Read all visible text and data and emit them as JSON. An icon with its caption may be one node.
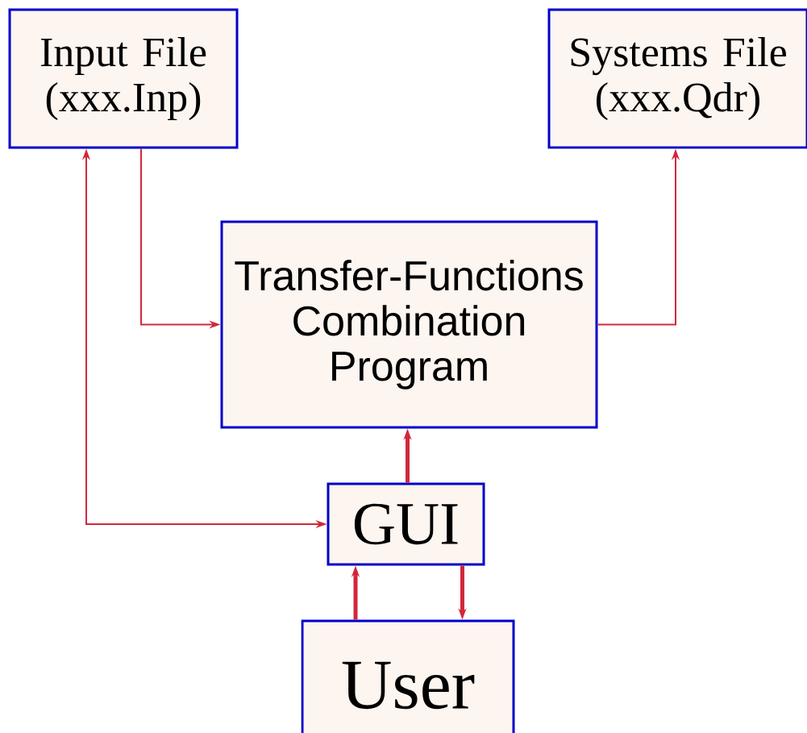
{
  "diagram": {
    "nodes": [
      {
        "text": [
          "Input File (xxx.Inp)"
        ]
      },
      {
        "text": [
          "Systems File (xxx.Qdr)"
        ]
      },
      {
        "text": [
          "Transfer-Functions Combination Program"
        ]
      },
      {
        "text": [
          "GUI"
        ]
      },
      {
        "text": [
          "User"
        ]
      }
    ],
    "edges": [
      {
        "from": 0,
        "to": 2,
        "arrow": "to"
      },
      {
        "from": 2,
        "to": 1,
        "arrow": "to"
      },
      {
        "from": 3,
        "to": 0,
        "arrow": "both"
      },
      {
        "from": 3,
        "to": 2,
        "arrow": "to",
        "style": "thick"
      },
      {
        "from": 4,
        "to": 3,
        "arrow": "to",
        "style": "thick"
      },
      {
        "from": 3,
        "to": 4,
        "arrow": "to",
        "style": "thick"
      }
    ]
  }
}
